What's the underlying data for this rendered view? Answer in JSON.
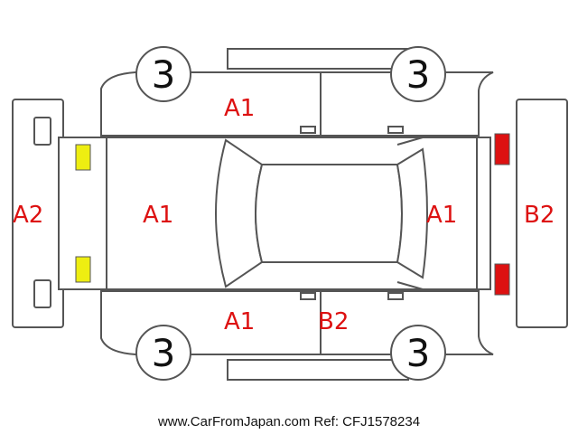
{
  "colors": {
    "outline": "#555555",
    "damage_label": "#dd1111",
    "front_lamp": "#eeee11",
    "rear_lamp": "#dd1111"
  },
  "tires": {
    "front_left": "3",
    "rear_left": "3",
    "front_right": "3",
    "rear_right": "3"
  },
  "labels": {
    "front_bumper": "A2",
    "hood": "A1",
    "top_front_door": "A1",
    "bottom_front_door": "A1",
    "bottom_rear_door": "B2",
    "trunk": "A1",
    "rear_bumper": "B2"
  },
  "footer": "www.CarFromJapan.com Ref: CFJ1578234"
}
